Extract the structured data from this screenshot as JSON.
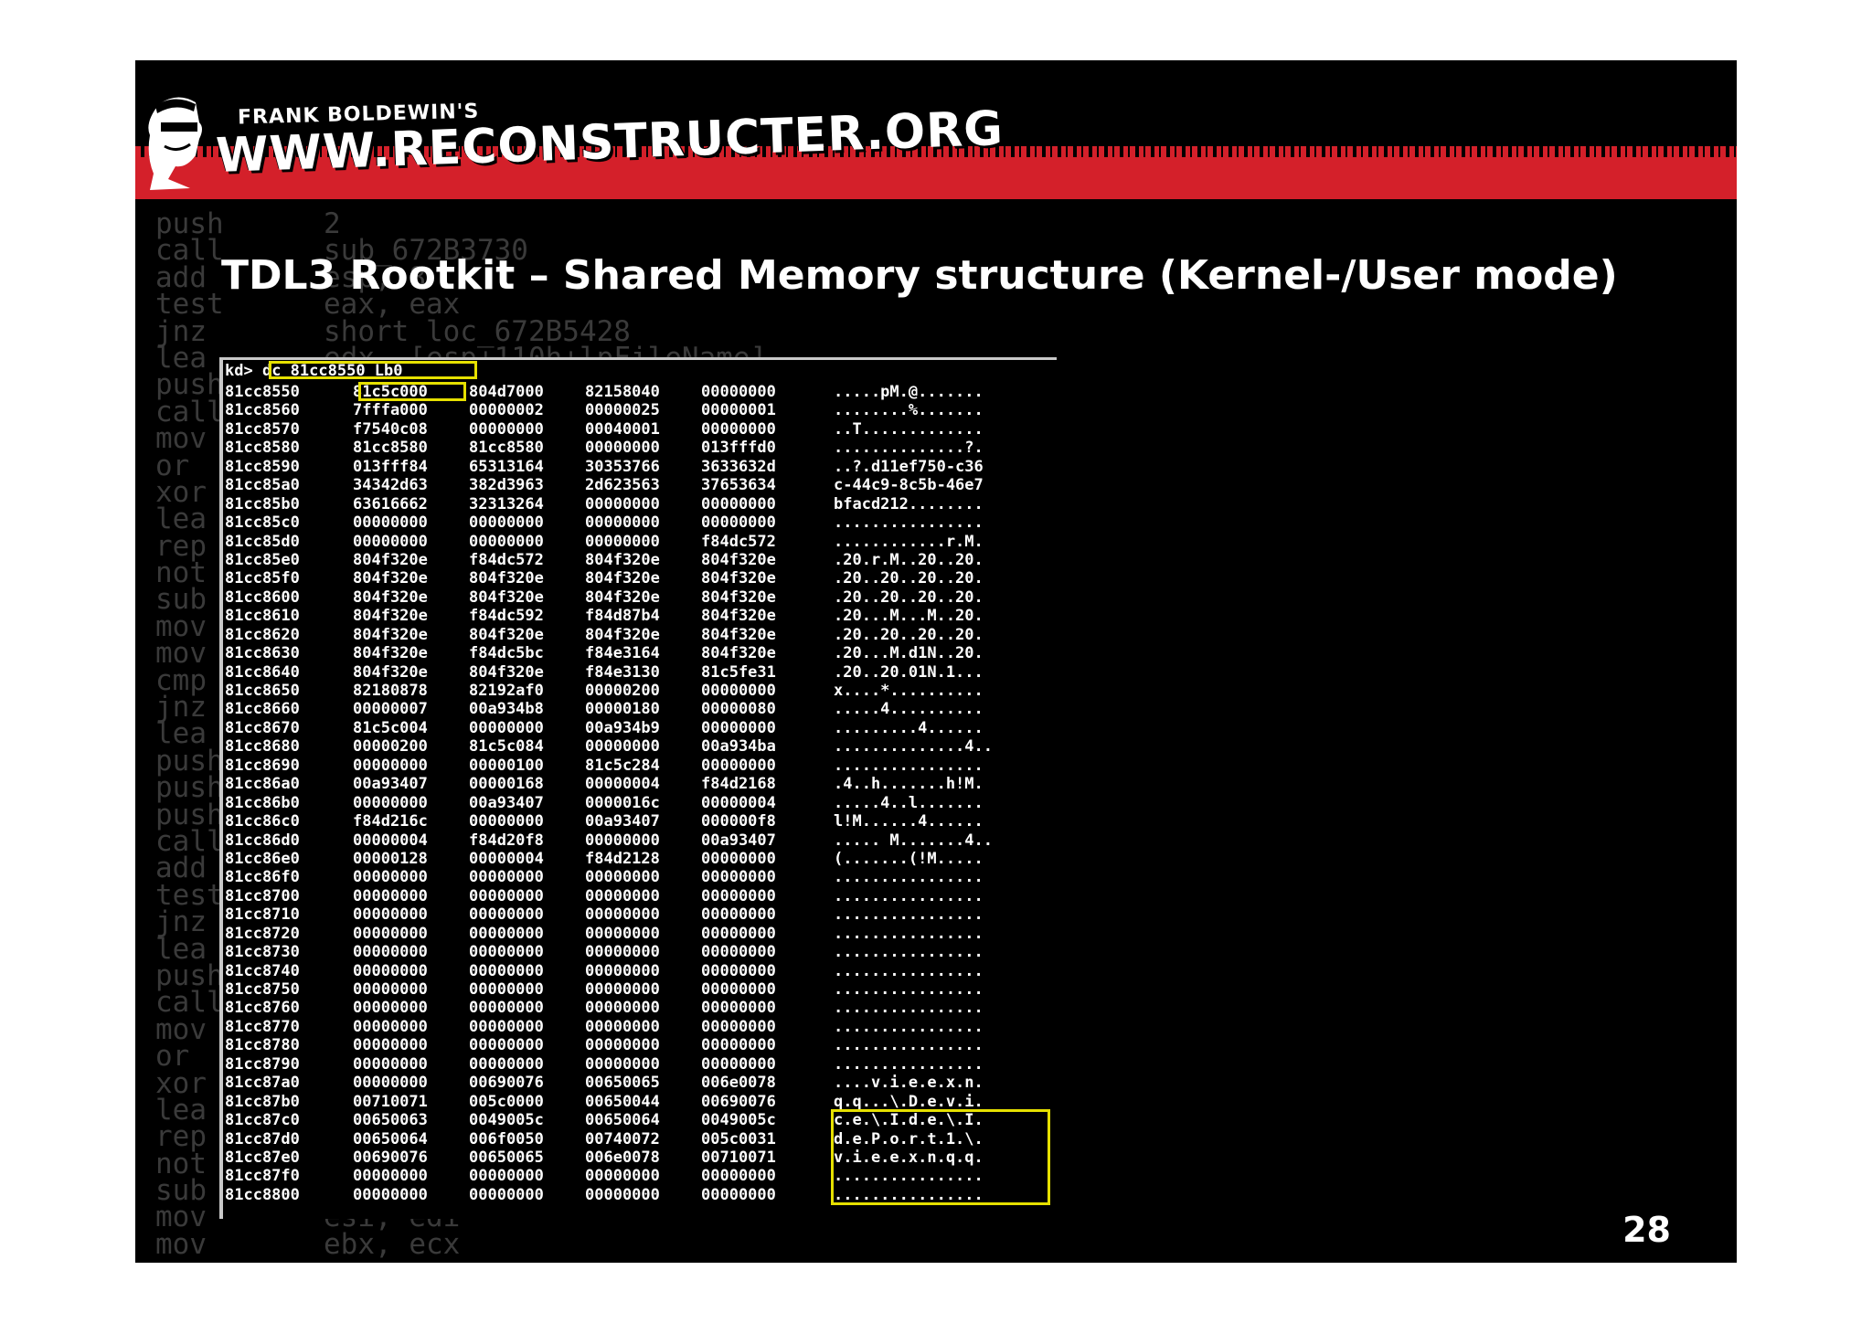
{
  "slide": {
    "logo_small": "FRANK BOLDEWIN'S",
    "logo_big": "WWW.RECONSTRUCTER.ORG",
    "title": "TDL3 Rootkit – Shared Memory structure (Kernel-/User mode)",
    "page_number": "28",
    "brand_red": "#d4202a",
    "highlight_color": "#e6e000"
  },
  "background_code": [
    {
      "m": "push",
      "o": "2"
    },
    {
      "m": "call",
      "o": "sub_672B3730"
    },
    {
      "m": "add",
      "o": "esp, 8"
    },
    {
      "m": "test",
      "o": "eax, eax"
    },
    {
      "m": "jnz",
      "o": "short loc_672B5428"
    },
    {
      "m": "lea",
      "o": "edx, [esp+110h+lpFileName]"
    },
    {
      "m": "push",
      "o": ""
    },
    {
      "m": "call",
      "o": ""
    },
    {
      "m": "mov",
      "o": ""
    },
    {
      "m": "or",
      "o": ""
    },
    {
      "m": "xor",
      "o": ""
    },
    {
      "m": "lea",
      "o": ""
    },
    {
      "m": "rep",
      "o": ""
    },
    {
      "m": "not",
      "o": ""
    },
    {
      "m": "sub",
      "o": ""
    },
    {
      "m": "mov",
      "o": ""
    },
    {
      "m": "mov",
      "o": ""
    },
    {
      "m": "cmp",
      "o": ""
    },
    {
      "m": "jnz",
      "o": ""
    },
    {
      "m": "lea",
      "o": ""
    },
    {
      "m": "push",
      "o": ""
    },
    {
      "m": "push",
      "o": ""
    },
    {
      "m": "push",
      "o": ""
    },
    {
      "m": "call",
      "o": ""
    },
    {
      "m": "add",
      "o": ""
    },
    {
      "m": "test",
      "o": ""
    },
    {
      "m": "jnz",
      "o": ""
    },
    {
      "m": "lea",
      "o": ""
    },
    {
      "m": "push",
      "o": ""
    },
    {
      "m": "call",
      "o": ""
    },
    {
      "m": "mov",
      "o": ""
    },
    {
      "m": "or",
      "o": ""
    },
    {
      "m": "xor",
      "o": ""
    },
    {
      "m": "lea",
      "o": ""
    },
    {
      "m": "rep",
      "o": ""
    },
    {
      "m": "not",
      "o": ""
    },
    {
      "m": "sub",
      "o": ""
    },
    {
      "m": "mov",
      "o": "esi, edi"
    },
    {
      "m": "mov",
      "o": "ebx, ecx"
    }
  ],
  "console": {
    "prompt": "kd>",
    "command": "dc 81cc8550 Lb0",
    "rows": [
      {
        "a": "81cc8550",
        "d": [
          "81c5c000",
          "804d7000",
          "82158040",
          "00000000"
        ],
        "s": ".....pM.@......."
      },
      {
        "a": "81cc8560",
        "d": [
          "7fffa000",
          "00000002",
          "00000025",
          "00000001"
        ],
        "s": "........%......."
      },
      {
        "a": "81cc8570",
        "d": [
          "f7540c08",
          "00000000",
          "00040001",
          "00000000"
        ],
        "s": "..T............."
      },
      {
        "a": "81cc8580",
        "d": [
          "81cc8580",
          "81cc8580",
          "00000000",
          "013fffd0"
        ],
        "s": "..............?."
      },
      {
        "a": "81cc8590",
        "d": [
          "013fff84",
          "65313164",
          "30353766",
          "3633632d"
        ],
        "s": "..?.d11ef750-c36"
      },
      {
        "a": "81cc85a0",
        "d": [
          "34342d63",
          "382d3963",
          "2d623563",
          "37653634"
        ],
        "s": "c-44c9-8c5b-46e7"
      },
      {
        "a": "81cc85b0",
        "d": [
          "63616662",
          "32313264",
          "00000000",
          "00000000"
        ],
        "s": "bfacd212........"
      },
      {
        "a": "81cc85c0",
        "d": [
          "00000000",
          "00000000",
          "00000000",
          "00000000"
        ],
        "s": "................"
      },
      {
        "a": "81cc85d0",
        "d": [
          "00000000",
          "00000000",
          "00000000",
          "f84dc572"
        ],
        "s": "............r.M."
      },
      {
        "a": "81cc85e0",
        "d": [
          "804f320e",
          "f84dc572",
          "804f320e",
          "804f320e"
        ],
        "s": ".20.r.M..20..20."
      },
      {
        "a": "81cc85f0",
        "d": [
          "804f320e",
          "804f320e",
          "804f320e",
          "804f320e"
        ],
        "s": ".20..20..20..20."
      },
      {
        "a": "81cc8600",
        "d": [
          "804f320e",
          "804f320e",
          "804f320e",
          "804f320e"
        ],
        "s": ".20..20..20..20."
      },
      {
        "a": "81cc8610",
        "d": [
          "804f320e",
          "f84dc592",
          "f84d87b4",
          "804f320e"
        ],
        "s": ".20...M...M..20."
      },
      {
        "a": "81cc8620",
        "d": [
          "804f320e",
          "804f320e",
          "804f320e",
          "804f320e"
        ],
        "s": ".20..20..20..20."
      },
      {
        "a": "81cc8630",
        "d": [
          "804f320e",
          "f84dc5bc",
          "f84e3164",
          "804f320e"
        ],
        "s": ".20...M.d1N..20."
      },
      {
        "a": "81cc8640",
        "d": [
          "804f320e",
          "804f320e",
          "f84e3130",
          "81c5fe31"
        ],
        "s": ".20..20.01N.1..."
      },
      {
        "a": "81cc8650",
        "d": [
          "82180878",
          "82192af0",
          "00000200",
          "00000000"
        ],
        "s": "x....*.........."
      },
      {
        "a": "81cc8660",
        "d": [
          "00000007",
          "00a934b8",
          "00000180",
          "00000080"
        ],
        "s": ".....4.........."
      },
      {
        "a": "81cc8670",
        "d": [
          "81c5c004",
          "00000000",
          "00a934b9",
          "00000000"
        ],
        "s": ".........4......"
      },
      {
        "a": "81cc8680",
        "d": [
          "00000200",
          "81c5c084",
          "00000000",
          "00a934ba"
        ],
        "s": "..............4.."
      },
      {
        "a": "81cc8690",
        "d": [
          "00000000",
          "00000100",
          "81c5c284",
          "00000000"
        ],
        "s": "................"
      },
      {
        "a": "81cc86a0",
        "d": [
          "00a93407",
          "00000168",
          "00000004",
          "f84d2168"
        ],
        "s": ".4..h.......h!M."
      },
      {
        "a": "81cc86b0",
        "d": [
          "00000000",
          "00a93407",
          "0000016c",
          "00000004"
        ],
        "s": ".....4..l......."
      },
      {
        "a": "81cc86c0",
        "d": [
          "f84d216c",
          "00000000",
          "00a93407",
          "000000f8"
        ],
        "s": "l!M......4......"
      },
      {
        "a": "81cc86d0",
        "d": [
          "00000004",
          "f84d20f8",
          "00000000",
          "00a93407"
        ],
        "s": "..... M.......4.."
      },
      {
        "a": "81cc86e0",
        "d": [
          "00000128",
          "00000004",
          "f84d2128",
          "00000000"
        ],
        "s": "(.......(!M....."
      },
      {
        "a": "81cc86f0",
        "d": [
          "00000000",
          "00000000",
          "00000000",
          "00000000"
        ],
        "s": "................"
      },
      {
        "a": "81cc8700",
        "d": [
          "00000000",
          "00000000",
          "00000000",
          "00000000"
        ],
        "s": "................"
      },
      {
        "a": "81cc8710",
        "d": [
          "00000000",
          "00000000",
          "00000000",
          "00000000"
        ],
        "s": "................"
      },
      {
        "a": "81cc8720",
        "d": [
          "00000000",
          "00000000",
          "00000000",
          "00000000"
        ],
        "s": "................"
      },
      {
        "a": "81cc8730",
        "d": [
          "00000000",
          "00000000",
          "00000000",
          "00000000"
        ],
        "s": "................"
      },
      {
        "a": "81cc8740",
        "d": [
          "00000000",
          "00000000",
          "00000000",
          "00000000"
        ],
        "s": "................"
      },
      {
        "a": "81cc8750",
        "d": [
          "00000000",
          "00000000",
          "00000000",
          "00000000"
        ],
        "s": "................"
      },
      {
        "a": "81cc8760",
        "d": [
          "00000000",
          "00000000",
          "00000000",
          "00000000"
        ],
        "s": "................"
      },
      {
        "a": "81cc8770",
        "d": [
          "00000000",
          "00000000",
          "00000000",
          "00000000"
        ],
        "s": "................"
      },
      {
        "a": "81cc8780",
        "d": [
          "00000000",
          "00000000",
          "00000000",
          "00000000"
        ],
        "s": "................"
      },
      {
        "a": "81cc8790",
        "d": [
          "00000000",
          "00000000",
          "00000000",
          "00000000"
        ],
        "s": "................"
      },
      {
        "a": "81cc87a0",
        "d": [
          "00000000",
          "00690076",
          "00650065",
          "006e0078"
        ],
        "s": "....v.i.e.e.x.n."
      },
      {
        "a": "81cc87b0",
        "d": [
          "00710071",
          "005c0000",
          "00650044",
          "00690076"
        ],
        "s": "q.q...\\.D.e.v.i."
      },
      {
        "a": "81cc87c0",
        "d": [
          "00650063",
          "0049005c",
          "00650064",
          "0049005c"
        ],
        "s": "c.e.\\.I.d.e.\\.I."
      },
      {
        "a": "81cc87d0",
        "d": [
          "00650064",
          "006f0050",
          "00740072",
          "005c0031"
        ],
        "s": "d.e.P.o.r.t.1.\\."
      },
      {
        "a": "81cc87e0",
        "d": [
          "00690076",
          "00650065",
          "006e0078",
          "00710071"
        ],
        "s": "v.i.e.e.x.n.q.q."
      },
      {
        "a": "81cc87f0",
        "d": [
          "00000000",
          "00000000",
          "00000000",
          "00000000"
        ],
        "s": "................"
      },
      {
        "a": "81cc8800",
        "d": [
          "00000000",
          "00000000",
          "00000000",
          "00000000"
        ],
        "s": "................"
      }
    ]
  }
}
